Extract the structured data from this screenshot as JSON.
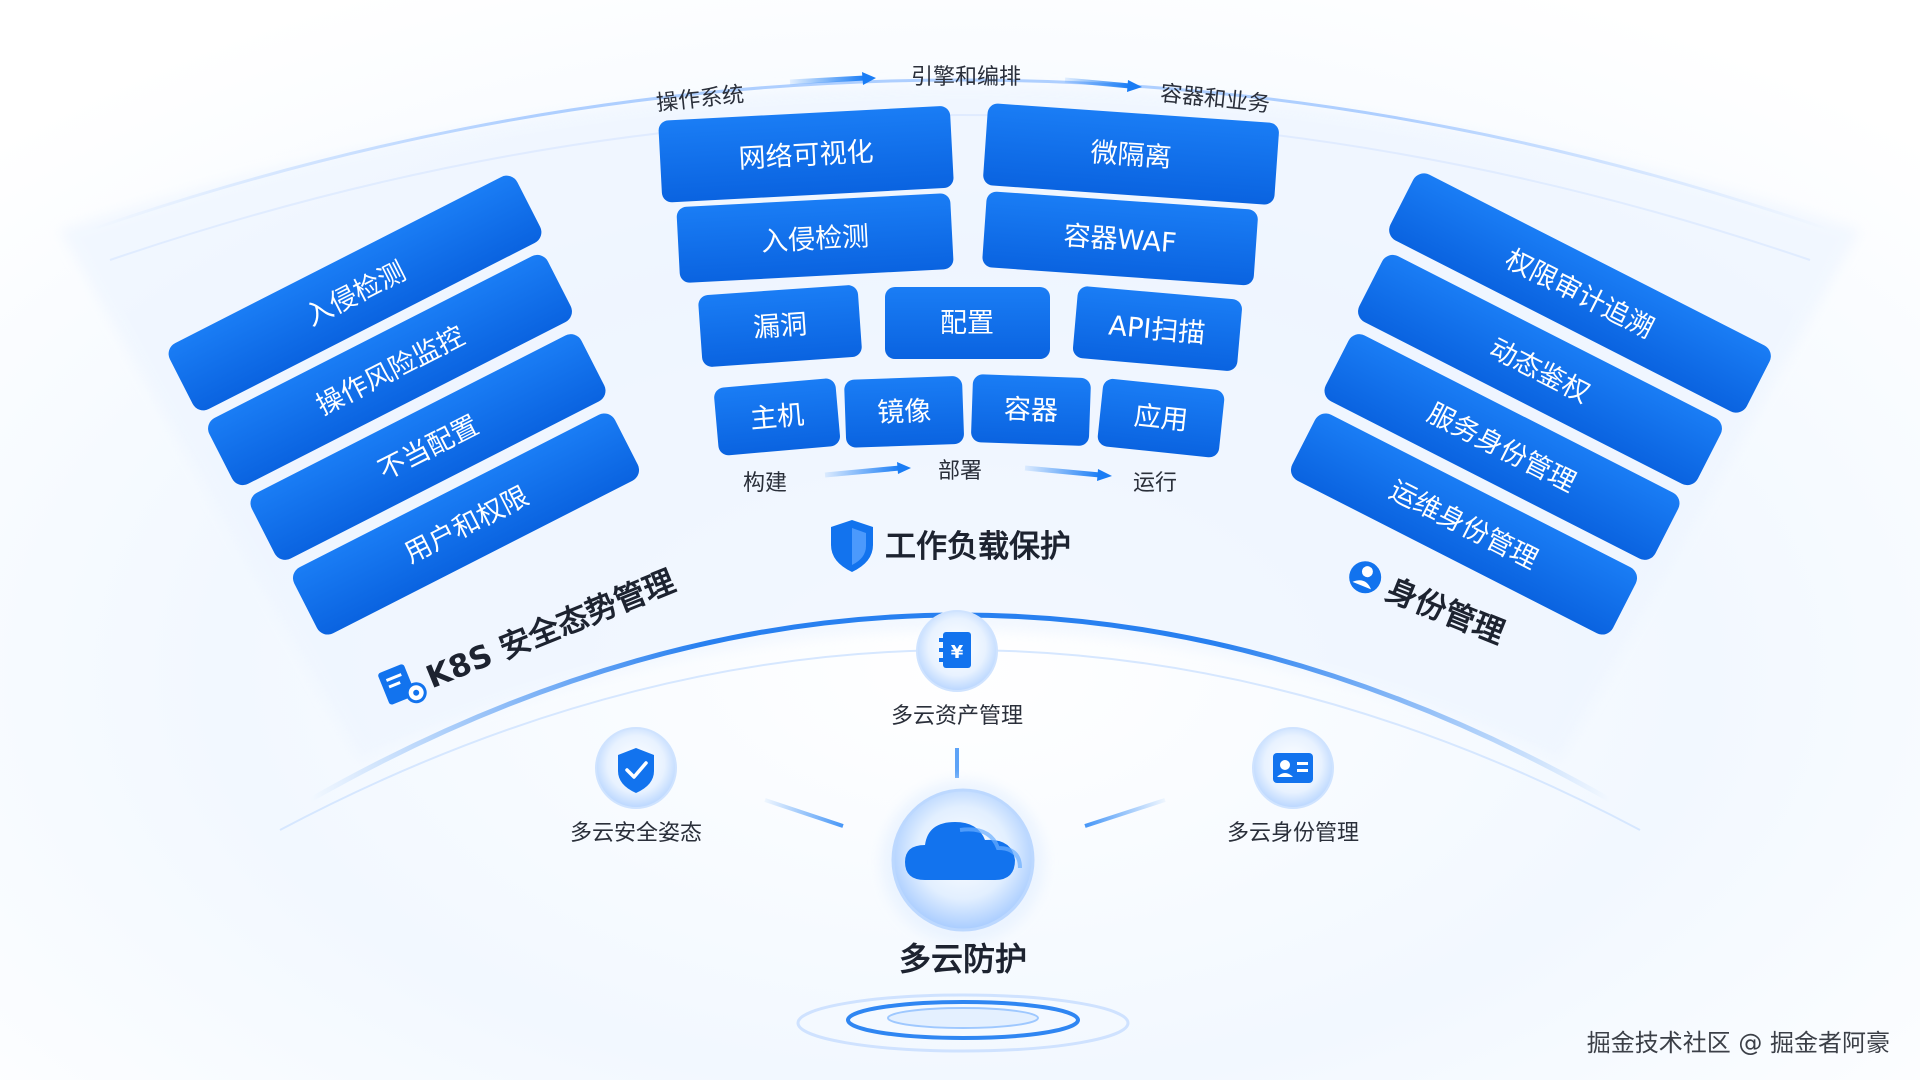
{
  "workload": {
    "title": "工作负载保护",
    "top_flow": [
      "操作系统",
      "引擎和编排",
      "容器和业务"
    ],
    "rows": [
      [
        "网络可视化",
        "微隔离"
      ],
      [
        "入侵检测",
        "容器WAF"
      ],
      [
        "漏洞",
        "配置",
        "API扫描"
      ],
      [
        "主机",
        "镜像",
        "容器",
        "应用"
      ]
    ],
    "bottom_flow": [
      "构建",
      "部署",
      "运行"
    ]
  },
  "k8s": {
    "title": "K8S 安全态势管理",
    "items": [
      "入侵检测",
      "操作风险监控",
      "不当配置",
      "用户和权限"
    ]
  },
  "identity": {
    "title": "身份管理",
    "items": [
      "权限审计追溯",
      "动态鉴权",
      "服务身份管理",
      "运维身份管理"
    ]
  },
  "multicloud": {
    "center": "多云防护",
    "asset": "多云资产管理",
    "posture": "多云安全姿态",
    "identity": "多云身份管理"
  },
  "watermark": "掘金技术社区 @ 掘金者阿豪",
  "colors": {
    "block": "#1273ee",
    "block_dark": "#0a5fd6",
    "text_dark": "#1d2330",
    "glow": "#cfe3ff"
  },
  "icons": {
    "workload": "shield-icon",
    "k8s": "k8s-settings-icon",
    "identity": "user-icon",
    "asset": "yen-book-icon",
    "posture": "shield-check-icon",
    "id_card": "id-card-icon",
    "cloud": "cloud-icon"
  }
}
